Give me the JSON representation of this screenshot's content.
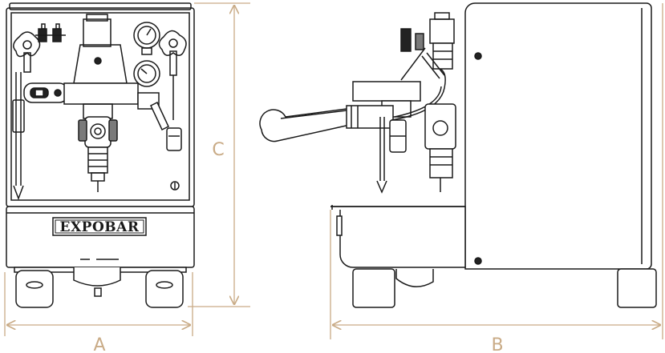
{
  "brand": {
    "label": "EXPOBAR"
  },
  "dimensions": {
    "width_label": "A",
    "depth_label": "B",
    "height_label": "C"
  },
  "colors": {
    "line": "#1a1a1a",
    "dimension": "#c9ab86",
    "fill_dark": "#222222",
    "fill_mid": "#7a7a7a",
    "background": "#ffffff"
  }
}
